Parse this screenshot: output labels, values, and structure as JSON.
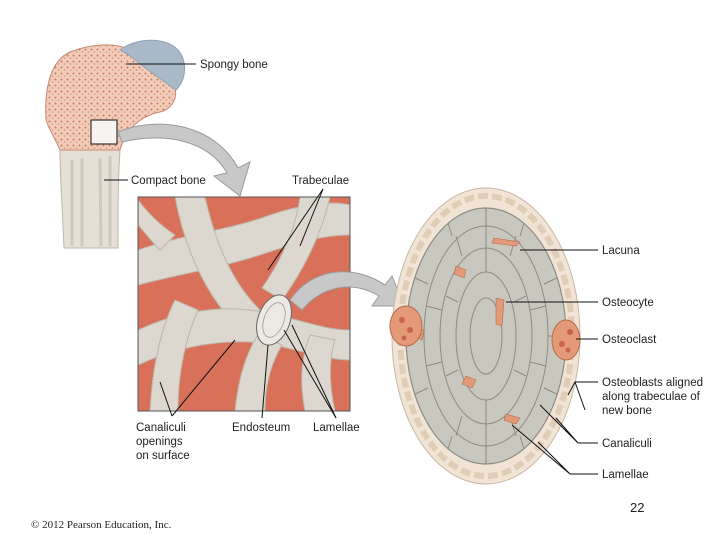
{
  "labels": {
    "spongy_bone": "Spongy bone",
    "compact_bone": "Compact bone",
    "trabeculae": "Trabeculae",
    "canaliculi_openings": [
      "Canaliculi",
      "openings",
      "on surface"
    ],
    "endosteum": "Endosteum",
    "lamellae_left": "Lamellae",
    "lacuna": "Lacuna",
    "osteocyte": "Osteocyte",
    "osteoclast": "Osteoclast",
    "osteoblasts": [
      "Osteoblasts aligned",
      "along trabeculae of",
      "new bone"
    ],
    "canaliculi_right": "Canaliculi",
    "lamellae_right": "Lamellae"
  },
  "page_number": "22",
  "copyright": "© 2012 Pearson Education, Inc.",
  "colors": {
    "bone_pink": "#e9b8a0",
    "marrow_red": "#d9715a",
    "trabecula_gray": "#dcd8cf",
    "cartilage_blue": "#a9b9c8",
    "arrow_gray": "#c8c8c8",
    "osteoclast_orange": "#e49a78"
  }
}
